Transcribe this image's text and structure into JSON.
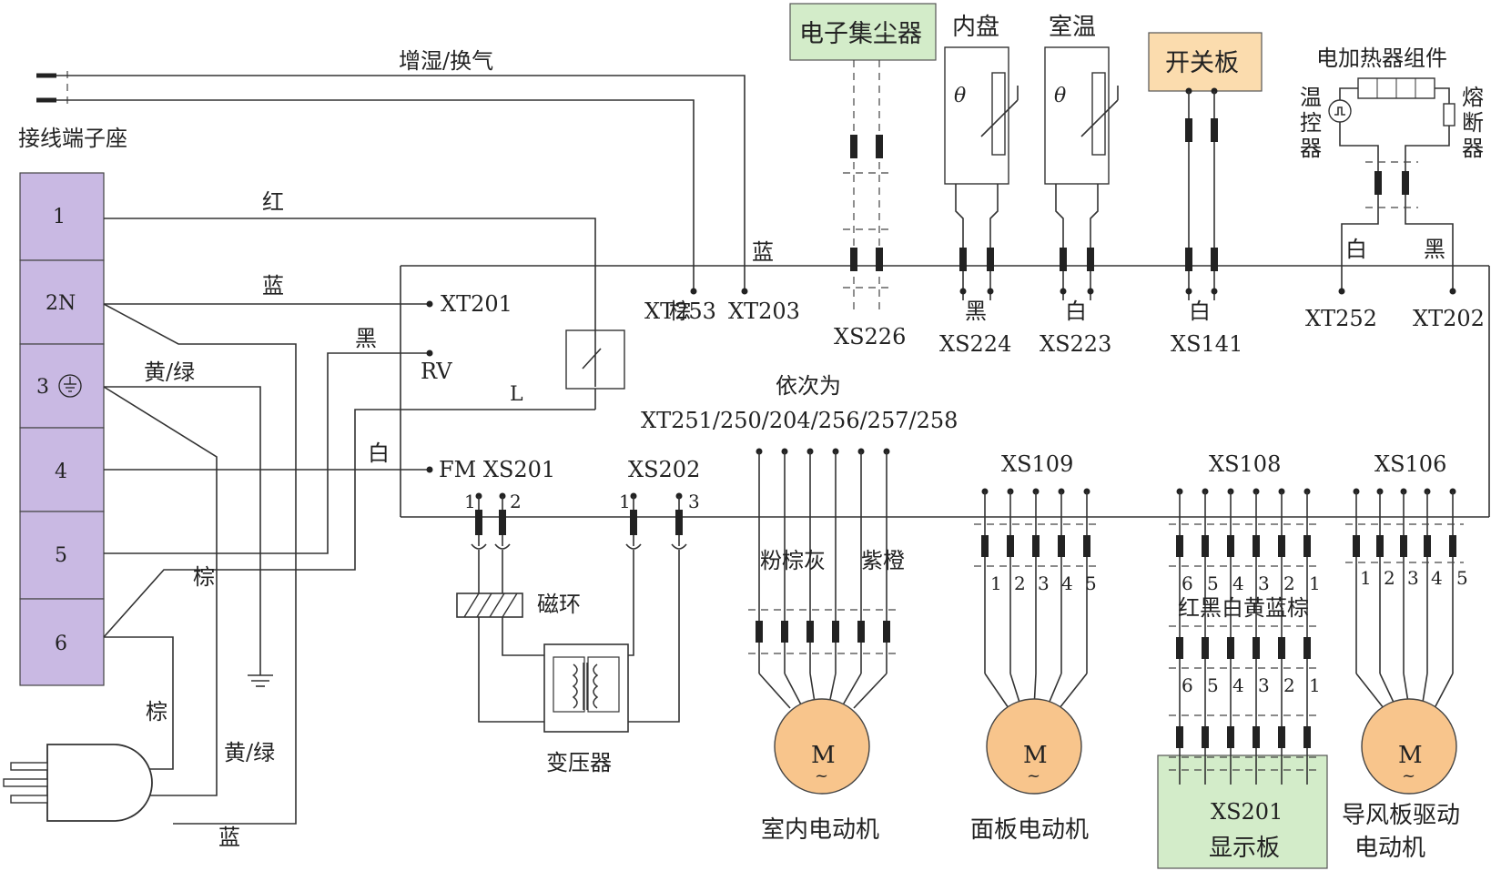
{
  "terminal_block": {
    "title": "接线端子座",
    "terminals": [
      "1",
      "2N",
      "3",
      "4",
      "5",
      "6"
    ]
  },
  "wire_colors": {
    "red": "红",
    "blue": "蓝",
    "black": "黑",
    "yellow_green": "黄/绿",
    "white": "白",
    "brown": "棕",
    "L": "L",
    "humidify": "增湿/换气"
  },
  "board_labels": {
    "xt201": "XT201",
    "rv": "RV",
    "fm_xs201": "FM  XS201",
    "xs202": "XS202",
    "pin1a": "1",
    "pin2a": "2",
    "pin1b": "1",
    "pin3b": "3",
    "xt253": "XT253",
    "xt203": "XT203",
    "xs226": "XS226",
    "xs224": "XS224",
    "xs223": "XS223",
    "xs141": "XS141",
    "xt252": "XT252",
    "xt202": "XT202",
    "order_note": "依次为",
    "order_list": "XT251/250/204/256/257/258",
    "xs109": "XS109",
    "xs108": "XS108",
    "xs106": "XS106"
  },
  "top_components": {
    "dust_collector": "电子集尘器",
    "inner_coil": "内盘",
    "room_temp": "室温",
    "switch_board": "开关板",
    "heater_group": "电加热器组件",
    "thermostat": [
      "温",
      "控",
      "器"
    ],
    "fuse": [
      "熔",
      "断",
      "器"
    ],
    "theta": "θ"
  },
  "bottom_components": {
    "magnetic_ring": "磁环",
    "transformer": "变压器",
    "indoor_motor": "室内电动机",
    "indoor_motor_colors_left": "粉棕灰",
    "indoor_motor_colors_right": "紫橙",
    "panel_motor": "面板电动机",
    "display_board": [
      "XS201",
      "显示板"
    ],
    "louver_motor": [
      "导风板驱动",
      "电动机"
    ],
    "motor_symbol": "M",
    "motor_tilde": "~",
    "xs108_colors": "红黑白黄蓝棕",
    "pins_5": [
      "1",
      "2",
      "3",
      "4",
      "5"
    ],
    "pins_6_desc": [
      "6",
      "5",
      "4",
      "3",
      "2",
      "1"
    ]
  },
  "colors": {
    "terminal_fill": "#c9b9e3",
    "green_box": "#d3ecc9",
    "orange_box": "#fbdcae",
    "motor_fill": "#f8c58c"
  }
}
